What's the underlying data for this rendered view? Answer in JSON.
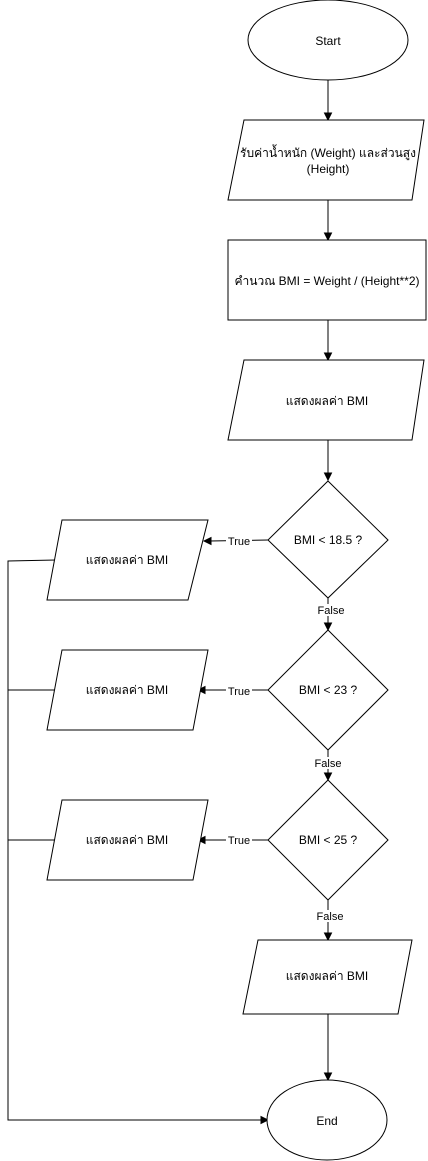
{
  "nodes": {
    "start": {
      "label": "Start"
    },
    "input": {
      "line1": "รับค่าน้ำหนัก (Weight) และส่วนสูง",
      "line2": "(Height)"
    },
    "calc": {
      "label": "คำนวณ BMI = Weight / (Height**2)"
    },
    "output_bmi": {
      "label": "แสดงผลค่า BMI"
    },
    "decision1": {
      "label": "BMI < 18.5 ?"
    },
    "decision2": {
      "label": "BMI < 23 ?"
    },
    "decision3": {
      "label": "BMI < 25 ?"
    },
    "output1": {
      "label": "แสดงผลค่า BMI"
    },
    "output2": {
      "label": "แสดงผลค่า BMI"
    },
    "output3": {
      "label": "แสดงผลค่า BMI"
    },
    "output4": {
      "label": "แสดงผลค่า BMI"
    },
    "end": {
      "label": "End"
    }
  },
  "edges": {
    "d1_true": "True",
    "d1_false": "False",
    "d2_true": "True",
    "d2_false": "False",
    "d3_true": "True",
    "d3_false": "False"
  }
}
